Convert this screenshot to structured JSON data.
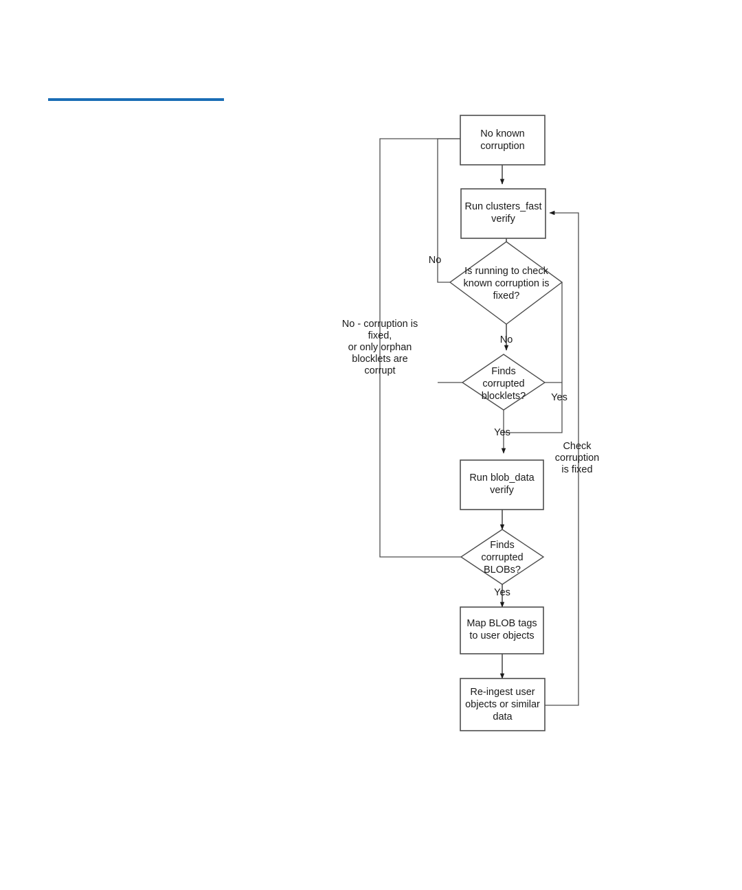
{
  "page": {
    "background_color": "#ffffff",
    "accent_color": "#1a6db5"
  },
  "rule": {
    "name": "blue-horizontal-rule",
    "color": "#1a6db5"
  },
  "diagram": {
    "type": "flowchart",
    "title": "",
    "nodes": [
      {
        "id": "n1",
        "shape": "process",
        "lines": [
          "No known",
          "corruption"
        ]
      },
      {
        "id": "n2",
        "shape": "process",
        "lines": [
          "Run clusters_fast",
          "verify"
        ]
      },
      {
        "id": "d1",
        "shape": "decision",
        "lines": [
          "Is running to check",
          "known corruption is",
          "fixed?"
        ]
      },
      {
        "id": "d2",
        "shape": "decision",
        "lines": [
          "Finds",
          "corrupted",
          "blocklets?"
        ]
      },
      {
        "id": "n3",
        "shape": "process",
        "lines": [
          "Run blob_data",
          "verify"
        ]
      },
      {
        "id": "d3",
        "shape": "decision",
        "lines": [
          "Finds",
          "corrupted",
          "BLOBs?"
        ]
      },
      {
        "id": "n4",
        "shape": "process",
        "lines": [
          "Map BLOB tags",
          "to user objects"
        ]
      },
      {
        "id": "n5",
        "shape": "process",
        "lines": [
          "Re-ingest user",
          "objects or similar",
          "data"
        ]
      }
    ],
    "edge_labels": [
      {
        "id": "e_no_left",
        "text": "No"
      },
      {
        "id": "e_no_down",
        "text": "No"
      },
      {
        "id": "e_yes_right",
        "text": "Yes"
      },
      {
        "id": "e_yes_down",
        "text": "Yes"
      },
      {
        "id": "e_yes_blobs",
        "text": "Yes"
      },
      {
        "id": "e_check_fixed",
        "lines": [
          "Check",
          "corruption",
          "is fixed"
        ]
      },
      {
        "id": "e_no_corruption_fixed",
        "lines": [
          "No - corruption is",
          "fixed,",
          "or only orphan",
          "blocklets are",
          "corrupt"
        ]
      }
    ],
    "edges": [
      {
        "from": "n1",
        "to": "n2",
        "label": ""
      },
      {
        "from": "n2",
        "to": "d1",
        "label": ""
      },
      {
        "from": "d1",
        "to": "n1",
        "label": "No"
      },
      {
        "from": "d1",
        "to": "d2",
        "label": "No"
      },
      {
        "from": "d2",
        "to": "n2",
        "label": "Yes"
      },
      {
        "from": "d2",
        "to": "n3",
        "label": "Yes"
      },
      {
        "from": "d2",
        "to": "n1",
        "label": "No - corruption is fixed, or only orphan blocklets are corrupt"
      },
      {
        "from": "n3",
        "to": "d3",
        "label": ""
      },
      {
        "from": "d3",
        "to": "n4",
        "label": "Yes"
      },
      {
        "from": "d3",
        "to": "n1",
        "label": "No - corruption is fixed, or only orphan blocklets are corrupt"
      },
      {
        "from": "n4",
        "to": "n5",
        "label": ""
      },
      {
        "from": "n5",
        "to": "n2",
        "label": "Check corruption is fixed"
      }
    ]
  }
}
